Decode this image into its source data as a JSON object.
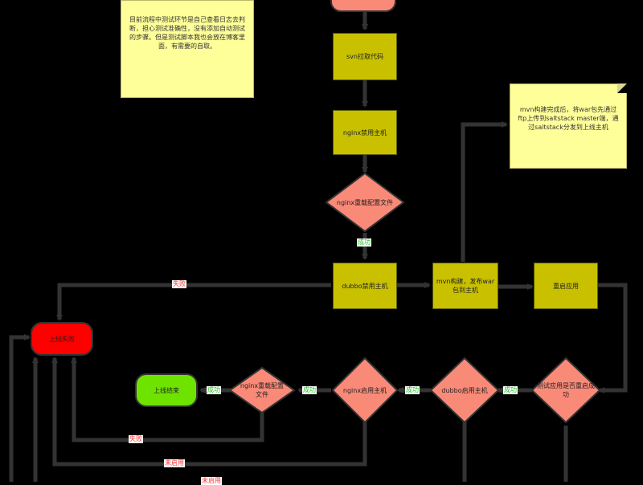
{
  "notes": {
    "top_note": "目前流程中测试环节是自己查看日志去判断，担心测试准确性，没有添加自动测试的步骤。但是测试脚本我也会放在博客里面，有需要的自取。",
    "mvn_note": "mvn构建完成后，将war包先通过ftp上传到saltstack master端，通过saltstack分发到上线主机"
  },
  "nodes": {
    "svn": "svn拉取代码",
    "nginx_disable": "nginx禁用主机",
    "nginx_reload_top": "nginx重载配置文件",
    "dubbo_disable": "dubbo禁用主机",
    "mvn_build": "mvn构建，发布war包到主机",
    "restart_app": "重启应用",
    "deploy_fail": "上线失败",
    "deploy_end": "上线结束",
    "nginx_reload_bottom": "nginx重载配置文件",
    "nginx_enable": "nginx启用主机",
    "dubbo_enable": "dubbo启用主机",
    "test_restart": "测试应用是否重启成功"
  },
  "edge_labels": {
    "success_1": "成功",
    "fail_1": "失败",
    "success_2": "成功",
    "success_3": "成功",
    "success_4": "成功",
    "success_5": "成功",
    "fail_2": "失败",
    "fail_3": "未启用",
    "fail_4": "未启用"
  },
  "colors": {
    "process": "#c9c100",
    "decision": "#fa8a78",
    "fail_terminal": "#ff0000",
    "end_terminal": "#6fe300",
    "note": "#ffff99",
    "connector": "#333333",
    "success_text": "#22c322",
    "fail_text": "#ff3333"
  }
}
